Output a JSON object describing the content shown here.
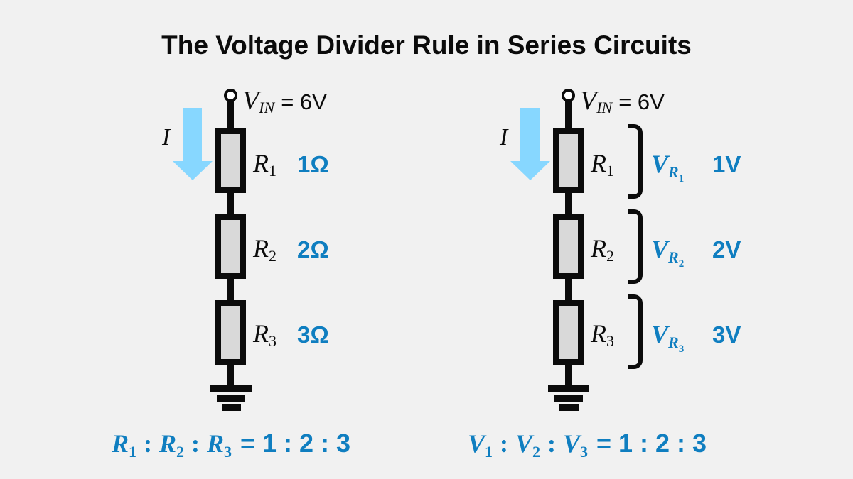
{
  "title": "The Voltage Divider Rule in Series Circuits",
  "colors": {
    "background": "#F1F1F1",
    "ink_black": "#0B0B0B",
    "accent_blue": "#0F7EC0",
    "arrow_blue": "#87D7FF",
    "resistor_fill": "#D9D9D9",
    "terminal_fill": "#FFFFFF"
  },
  "left_circuit": {
    "source": {
      "symbol": "V",
      "subscript": "IN",
      "value": "= 6V"
    },
    "current_label": "I",
    "rows": [
      {
        "symbol": "R",
        "subscript": "1",
        "value": "1Ω"
      },
      {
        "symbol": "R",
        "subscript": "2",
        "value": "2Ω"
      },
      {
        "symbol": "R",
        "subscript": "3",
        "value": "3Ω"
      }
    ],
    "equation": {
      "terms": [
        {
          "symbol": "R",
          "subscript": "1"
        },
        {
          "symbol": "R",
          "subscript": "2"
        },
        {
          "symbol": "R",
          "subscript": "3"
        }
      ],
      "separator": ":",
      "rhs": "= 1 : 2 : 3"
    }
  },
  "right_circuit": {
    "source": {
      "symbol": "V",
      "subscript": "IN",
      "value": "= 6V"
    },
    "current_label": "I",
    "rows": [
      {
        "symbol": "R",
        "subscript": "1",
        "voltage_symbol": "V",
        "voltage_sub_symbol": "R",
        "voltage_sub_index": "1",
        "value": "1V"
      },
      {
        "symbol": "R",
        "subscript": "2",
        "voltage_symbol": "V",
        "voltage_sub_symbol": "R",
        "voltage_sub_index": "2",
        "value": "2V"
      },
      {
        "symbol": "R",
        "subscript": "3",
        "voltage_symbol": "V",
        "voltage_sub_symbol": "R",
        "voltage_sub_index": "3",
        "value": "3V"
      }
    ],
    "equation": {
      "terms": [
        {
          "symbol": "V",
          "subscript": "1"
        },
        {
          "symbol": "V",
          "subscript": "2"
        },
        {
          "symbol": "V",
          "subscript": "3"
        }
      ],
      "separator": ":",
      "rhs": "= 1 : 2 : 3"
    }
  }
}
